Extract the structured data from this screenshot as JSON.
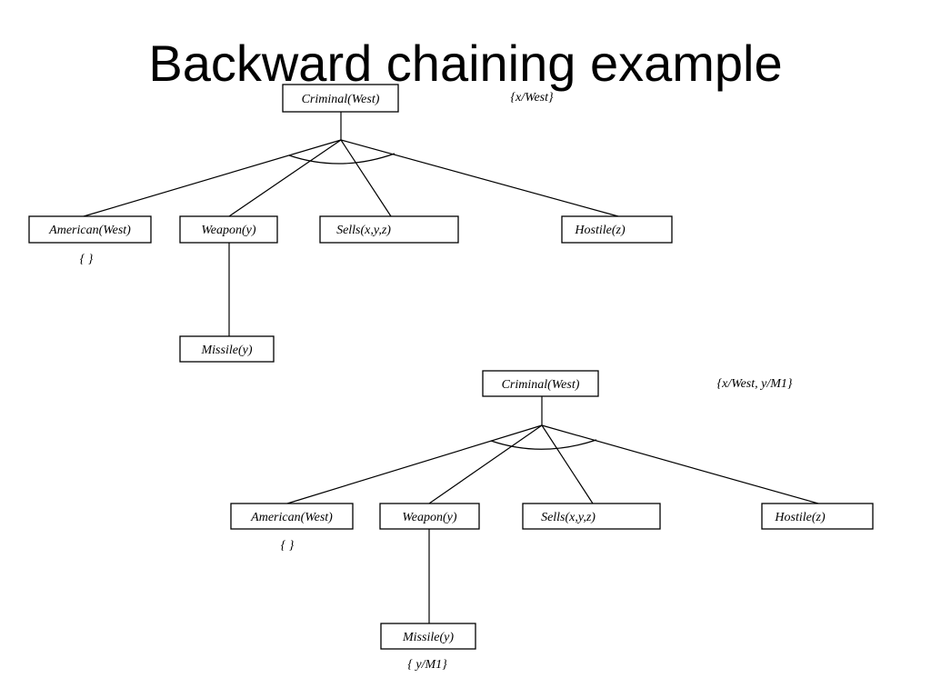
{
  "title": "Backward chaining example",
  "trees": [
    {
      "root": "Criminal(West)",
      "substitution": "{x/West}",
      "children": [
        {
          "label": "American(West)",
          "annotation": "{ }"
        },
        {
          "label": "Weapon(y)",
          "child": "Missile(y)",
          "child_annotation": ""
        },
        {
          "label": "Sells(x,y,z)"
        },
        {
          "label": "Hostile(z)"
        }
      ]
    },
    {
      "root": "Criminal(West)",
      "substitution": "{x/West, y/M1}",
      "children": [
        {
          "label": "American(West)",
          "annotation": "{ }"
        },
        {
          "label": "Weapon(y)",
          "child": "Missile(y)",
          "child_annotation": "{ y/M1}"
        },
        {
          "label": "Sells(x,y,z)"
        },
        {
          "label": "Hostile(z)"
        }
      ]
    }
  ]
}
